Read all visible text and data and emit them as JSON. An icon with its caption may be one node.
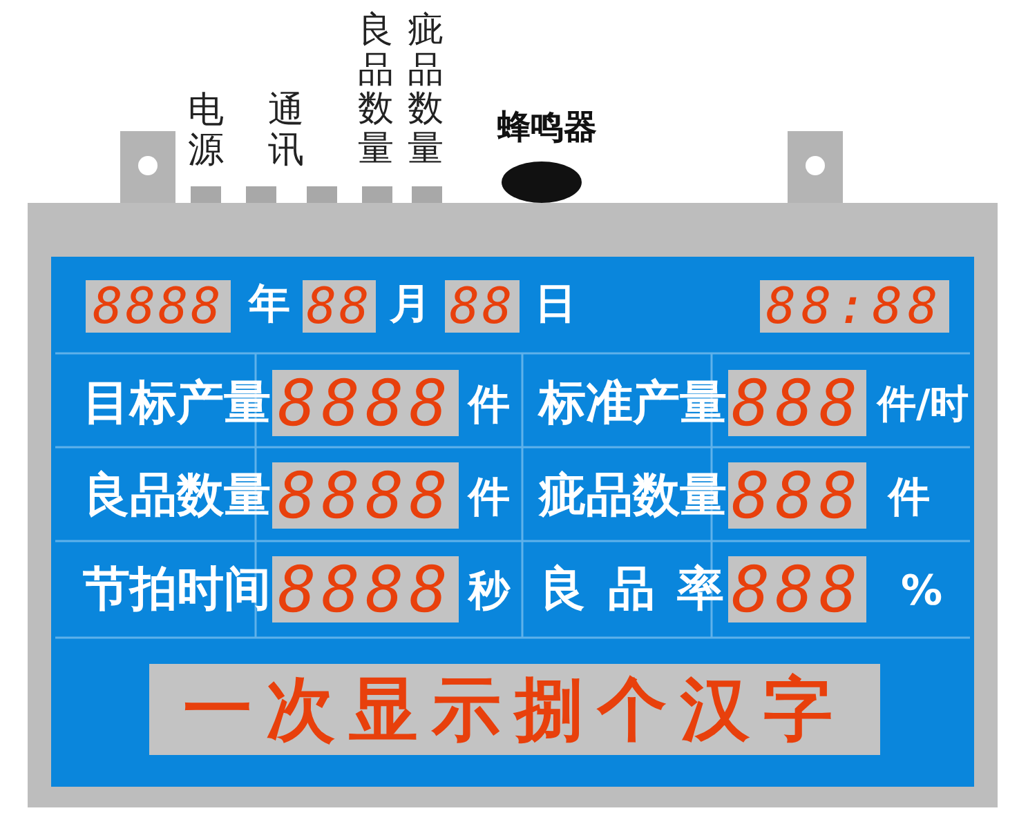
{
  "diagram": {
    "nodes": [
      {
        "text": [
          "8888"
        ]
      },
      {
        "text": [
          "88"
        ]
      },
      {
        "text": [
          "88"
        ]
      },
      {
        "text": [
          "88:88"
        ]
      },
      {
        "text": [
          "8888"
        ]
      },
      {
        "text": [
          "888"
        ]
      },
      {
        "text": [
          "8888"
        ]
      },
      {
        "text": [
          "888"
        ]
      },
      {
        "text": [
          "8888"
        ]
      },
      {
        "text": [
          "888"
        ]
      },
      {
        "text": [
          "一次显示捌个汉字"
        ]
      }
    ],
    "labels": [
      "电源",
      "通讯",
      "良品数量",
      "疵品数量",
      "蜂鸣器",
      "年",
      "月",
      "日",
      "目标产量",
      "件",
      "标准产量",
      "件/时",
      "良品数量",
      "件",
      "疵品数量",
      "件",
      "节拍时间",
      "秒",
      "良品率",
      "%"
    ]
  }
}
